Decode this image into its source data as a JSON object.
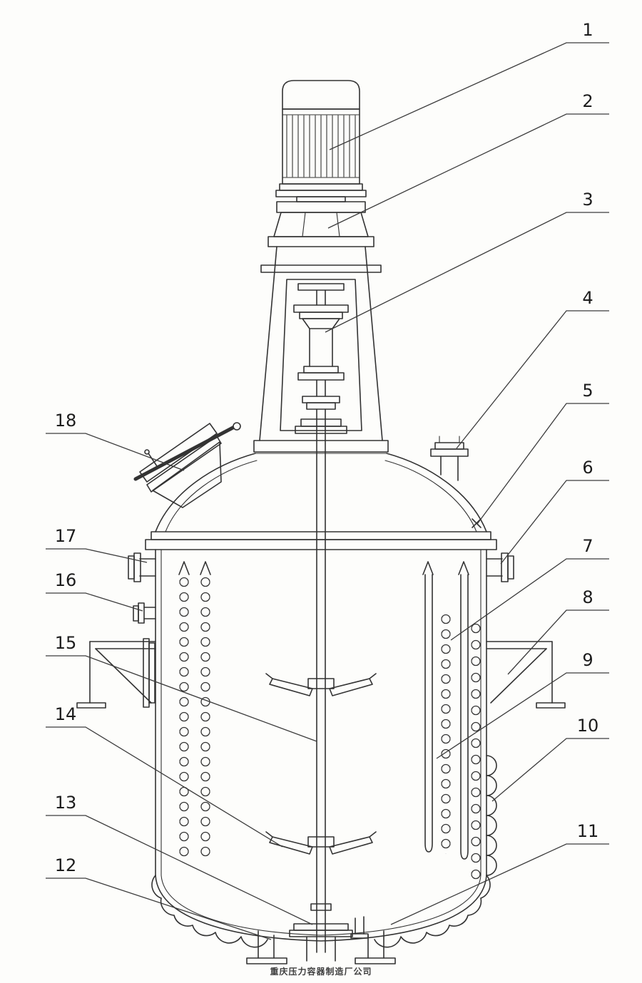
{
  "drawing": {
    "caption": "重庆压力容器制造厂公司",
    "callouts": [
      "1",
      "2",
      "3",
      "4",
      "5",
      "6",
      "7",
      "8",
      "9",
      "10",
      "11",
      "12",
      "13",
      "14",
      "15",
      "16",
      "17",
      "18"
    ]
  }
}
